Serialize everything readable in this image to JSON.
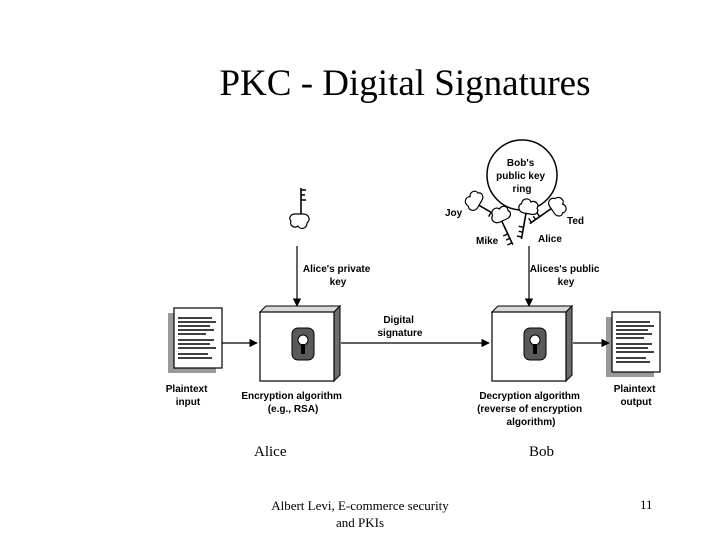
{
  "title": "PKC - Digital Signatures",
  "diagram": {
    "plaintext_input": [
      "Plaintext",
      "input"
    ],
    "plaintext_output": [
      "Plaintext",
      "output"
    ],
    "encryption": [
      "Encryption algorithm",
      "(e.g., RSA)"
    ],
    "decryption": [
      "Decryption algorithm",
      "(reverse of encryption",
      "algorithm)"
    ],
    "alice_private_key": [
      "Alice's private",
      "key"
    ],
    "alice_public_key": [
      "Alices's public",
      "key"
    ],
    "digital_signature": [
      "Digital",
      "signature"
    ],
    "key_ring": [
      "Bob's",
      "public key",
      "ring"
    ],
    "ring_names": {
      "joy": "Joy",
      "mike": "Mike",
      "alice": "Alice",
      "ted": "Ted"
    }
  },
  "actors": {
    "left": "Alice",
    "right": "Bob"
  },
  "footer": {
    "line1": "Albert Levi, E-commerce security",
    "line2": "and PKIs"
  },
  "page_number": "11"
}
